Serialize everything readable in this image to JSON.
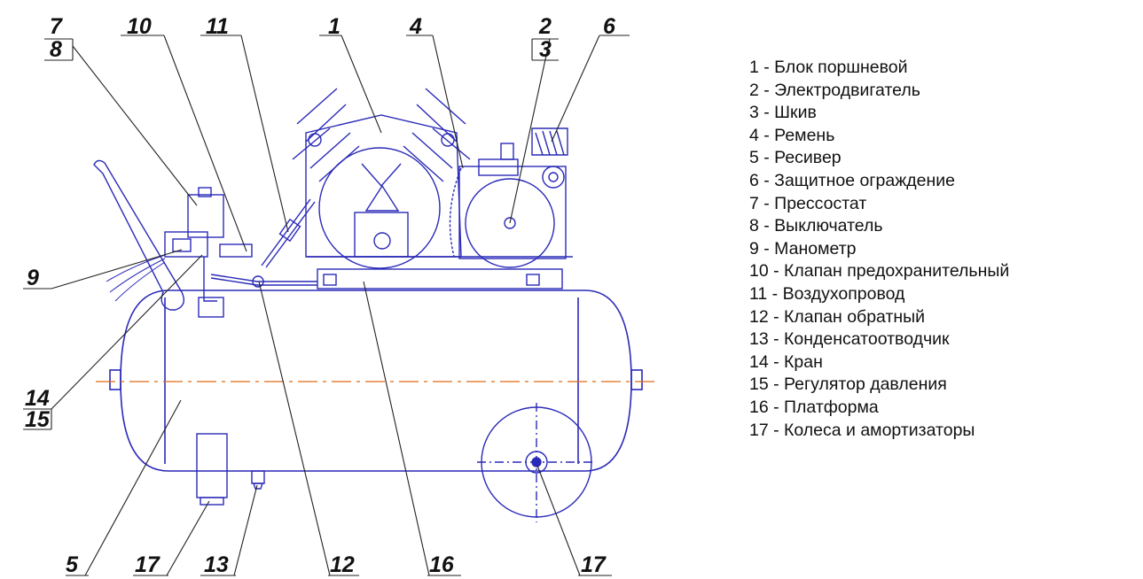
{
  "callouts": {
    "c1": "1",
    "c2": "2",
    "c3": "3",
    "c4": "4",
    "c5": "5",
    "c6": "6",
    "c7": "7",
    "c8": "8",
    "c9": "9",
    "c10": "10",
    "c11": "11",
    "c12": "12",
    "c13": "13",
    "c14": "14",
    "c15": "15",
    "c16": "16",
    "c17a": "17",
    "c17b": "17"
  },
  "legend": [
    "1 - Блок поршневой",
    "2 - Электродвигатель",
    "3 - Шкив",
    "4 - Ремень",
    "5 - Ресивер",
    "6 - Защитное ограждение",
    "7 - Прессостат",
    "8 - Выключатель",
    "9 - Манометр",
    "10 - Клапан предохранительный",
    "11 - Воздухопровод",
    "12 - Клапан обратный",
    "13 - Конденсатоотводчик",
    "14 - Кран",
    "15 - Регулятор давления",
    "16 - Платформа",
    "17 - Колеса и амортизаторы"
  ],
  "colors": {
    "drawing": "#2a2ab8",
    "leader": "#222222",
    "axis": "#e06a10",
    "text": "#111111"
  }
}
